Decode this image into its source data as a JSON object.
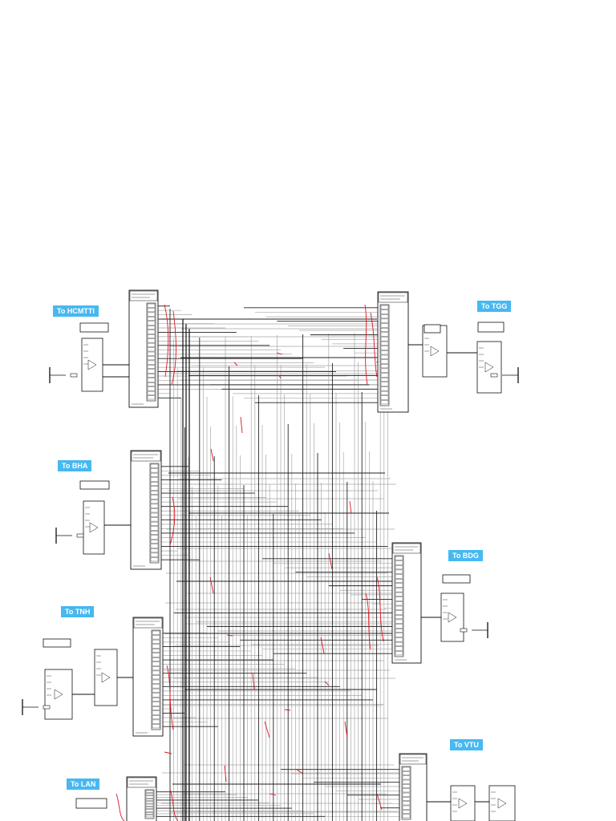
{
  "sites": [
    {
      "id": "hcmtt",
      "label": "To HCMTTI"
    },
    {
      "id": "tgg",
      "label": "To TGG"
    },
    {
      "id": "bha",
      "label": "To BHA"
    },
    {
      "id": "bdg",
      "label": "To BDG"
    },
    {
      "id": "tnh",
      "label": "To TNH"
    },
    {
      "id": "vtu",
      "label": "To VTU"
    },
    {
      "id": "lan",
      "label": "To LAN"
    }
  ],
  "colors": {
    "label_bg": "#47b8f0",
    "label_text": "#ffffff",
    "line": "#111111",
    "line_light": "#9a9a9a",
    "annotation": "#e0141e"
  }
}
